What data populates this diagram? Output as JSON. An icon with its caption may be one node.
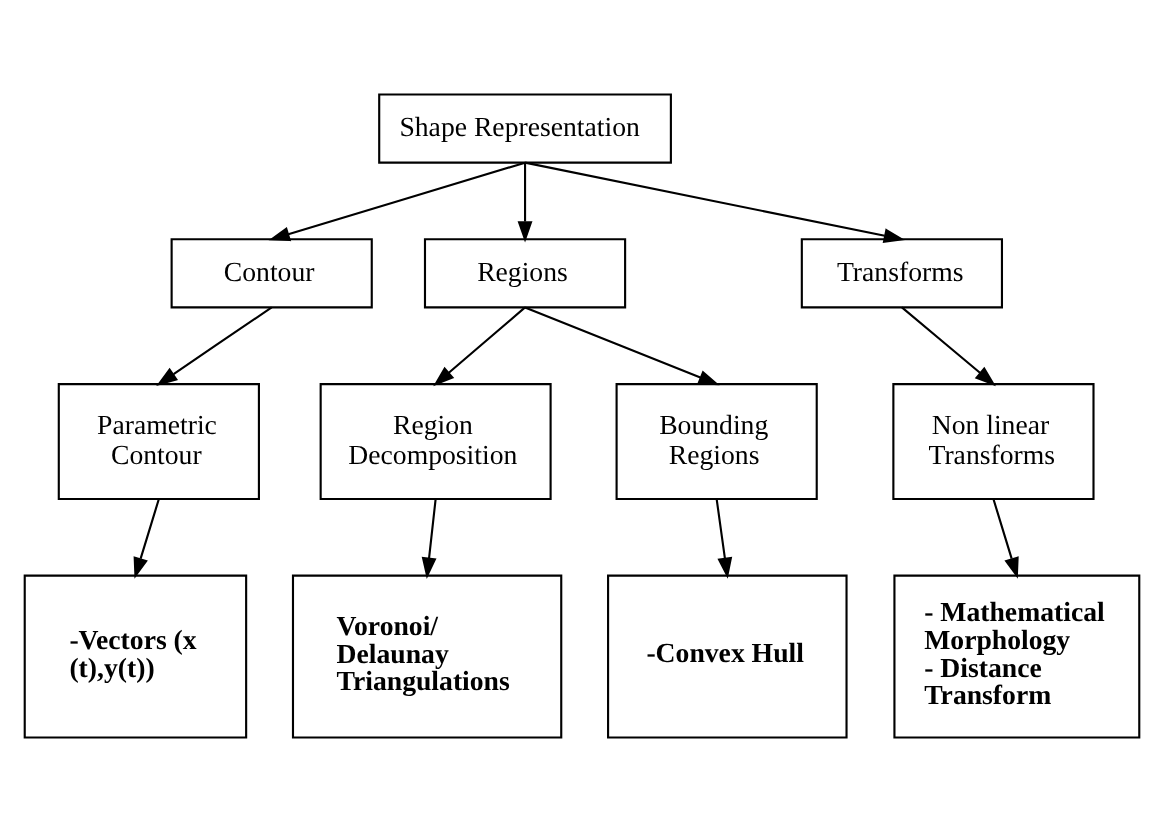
{
  "diagram": {
    "nodes": [
      {
        "text": [
          "Shape Representation"
        ]
      },
      {
        "text": [
          "Contour"
        ]
      },
      {
        "text": [
          "Regions"
        ]
      },
      {
        "text": [
          "Transforms"
        ]
      },
      {
        "text": [
          "Parametric Contour"
        ]
      },
      {
        "text": [
          "Region Decomposition"
        ]
      },
      {
        "text": [
          "Bounding Regions"
        ]
      },
      {
        "text": [
          "Non linear Transforms"
        ]
      },
      {
        "text": [
          "-Vectors (x (t),y(t))"
        ]
      },
      {
        "text": [
          "Voronoi/ Delaunay Triangulations"
        ]
      },
      {
        "text": [
          "-Convex Hull"
        ]
      },
      {
        "text": [
          "- Mathematical Morphology",
          "- Distance Transform"
        ]
      }
    ],
    "edges": [
      {
        "from": 0,
        "to": 1,
        "arrow": "to"
      },
      {
        "from": 0,
        "to": 2,
        "arrow": "to"
      },
      {
        "from": 0,
        "to": 3,
        "arrow": "to"
      },
      {
        "from": 1,
        "to": 4,
        "arrow": "to"
      },
      {
        "from": 2,
        "to": 5,
        "arrow": "to"
      },
      {
        "from": 2,
        "to": 6,
        "arrow": "to"
      },
      {
        "from": 3,
        "to": 7,
        "arrow": "to"
      },
      {
        "from": 4,
        "to": 8,
        "arrow": "to"
      },
      {
        "from": 5,
        "to": 9,
        "arrow": "to"
      },
      {
        "from": 6,
        "to": 10,
        "arrow": "to"
      },
      {
        "from": 7,
        "to": 11,
        "arrow": "to"
      }
    ]
  }
}
